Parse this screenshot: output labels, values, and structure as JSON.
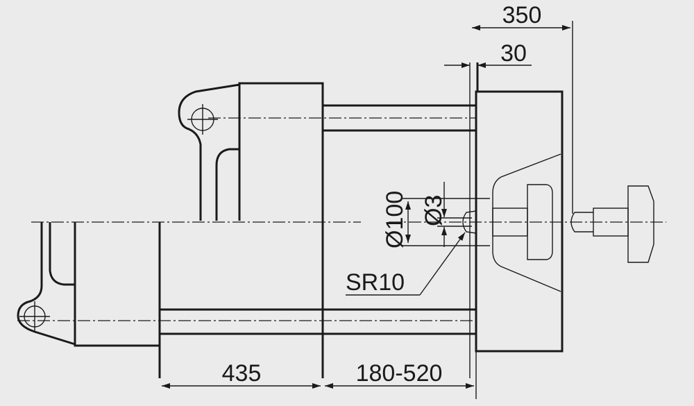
{
  "dimensions": {
    "top_overall": "350",
    "top_offset": "30",
    "diameter_large": "Ø100",
    "diameter_small": "Ø3",
    "sphere_radius": "SR10",
    "bottom_left": "435",
    "bottom_right": "180-520"
  },
  "colors": {
    "background": "#ebebeb",
    "line": "#1a1a1a"
  }
}
